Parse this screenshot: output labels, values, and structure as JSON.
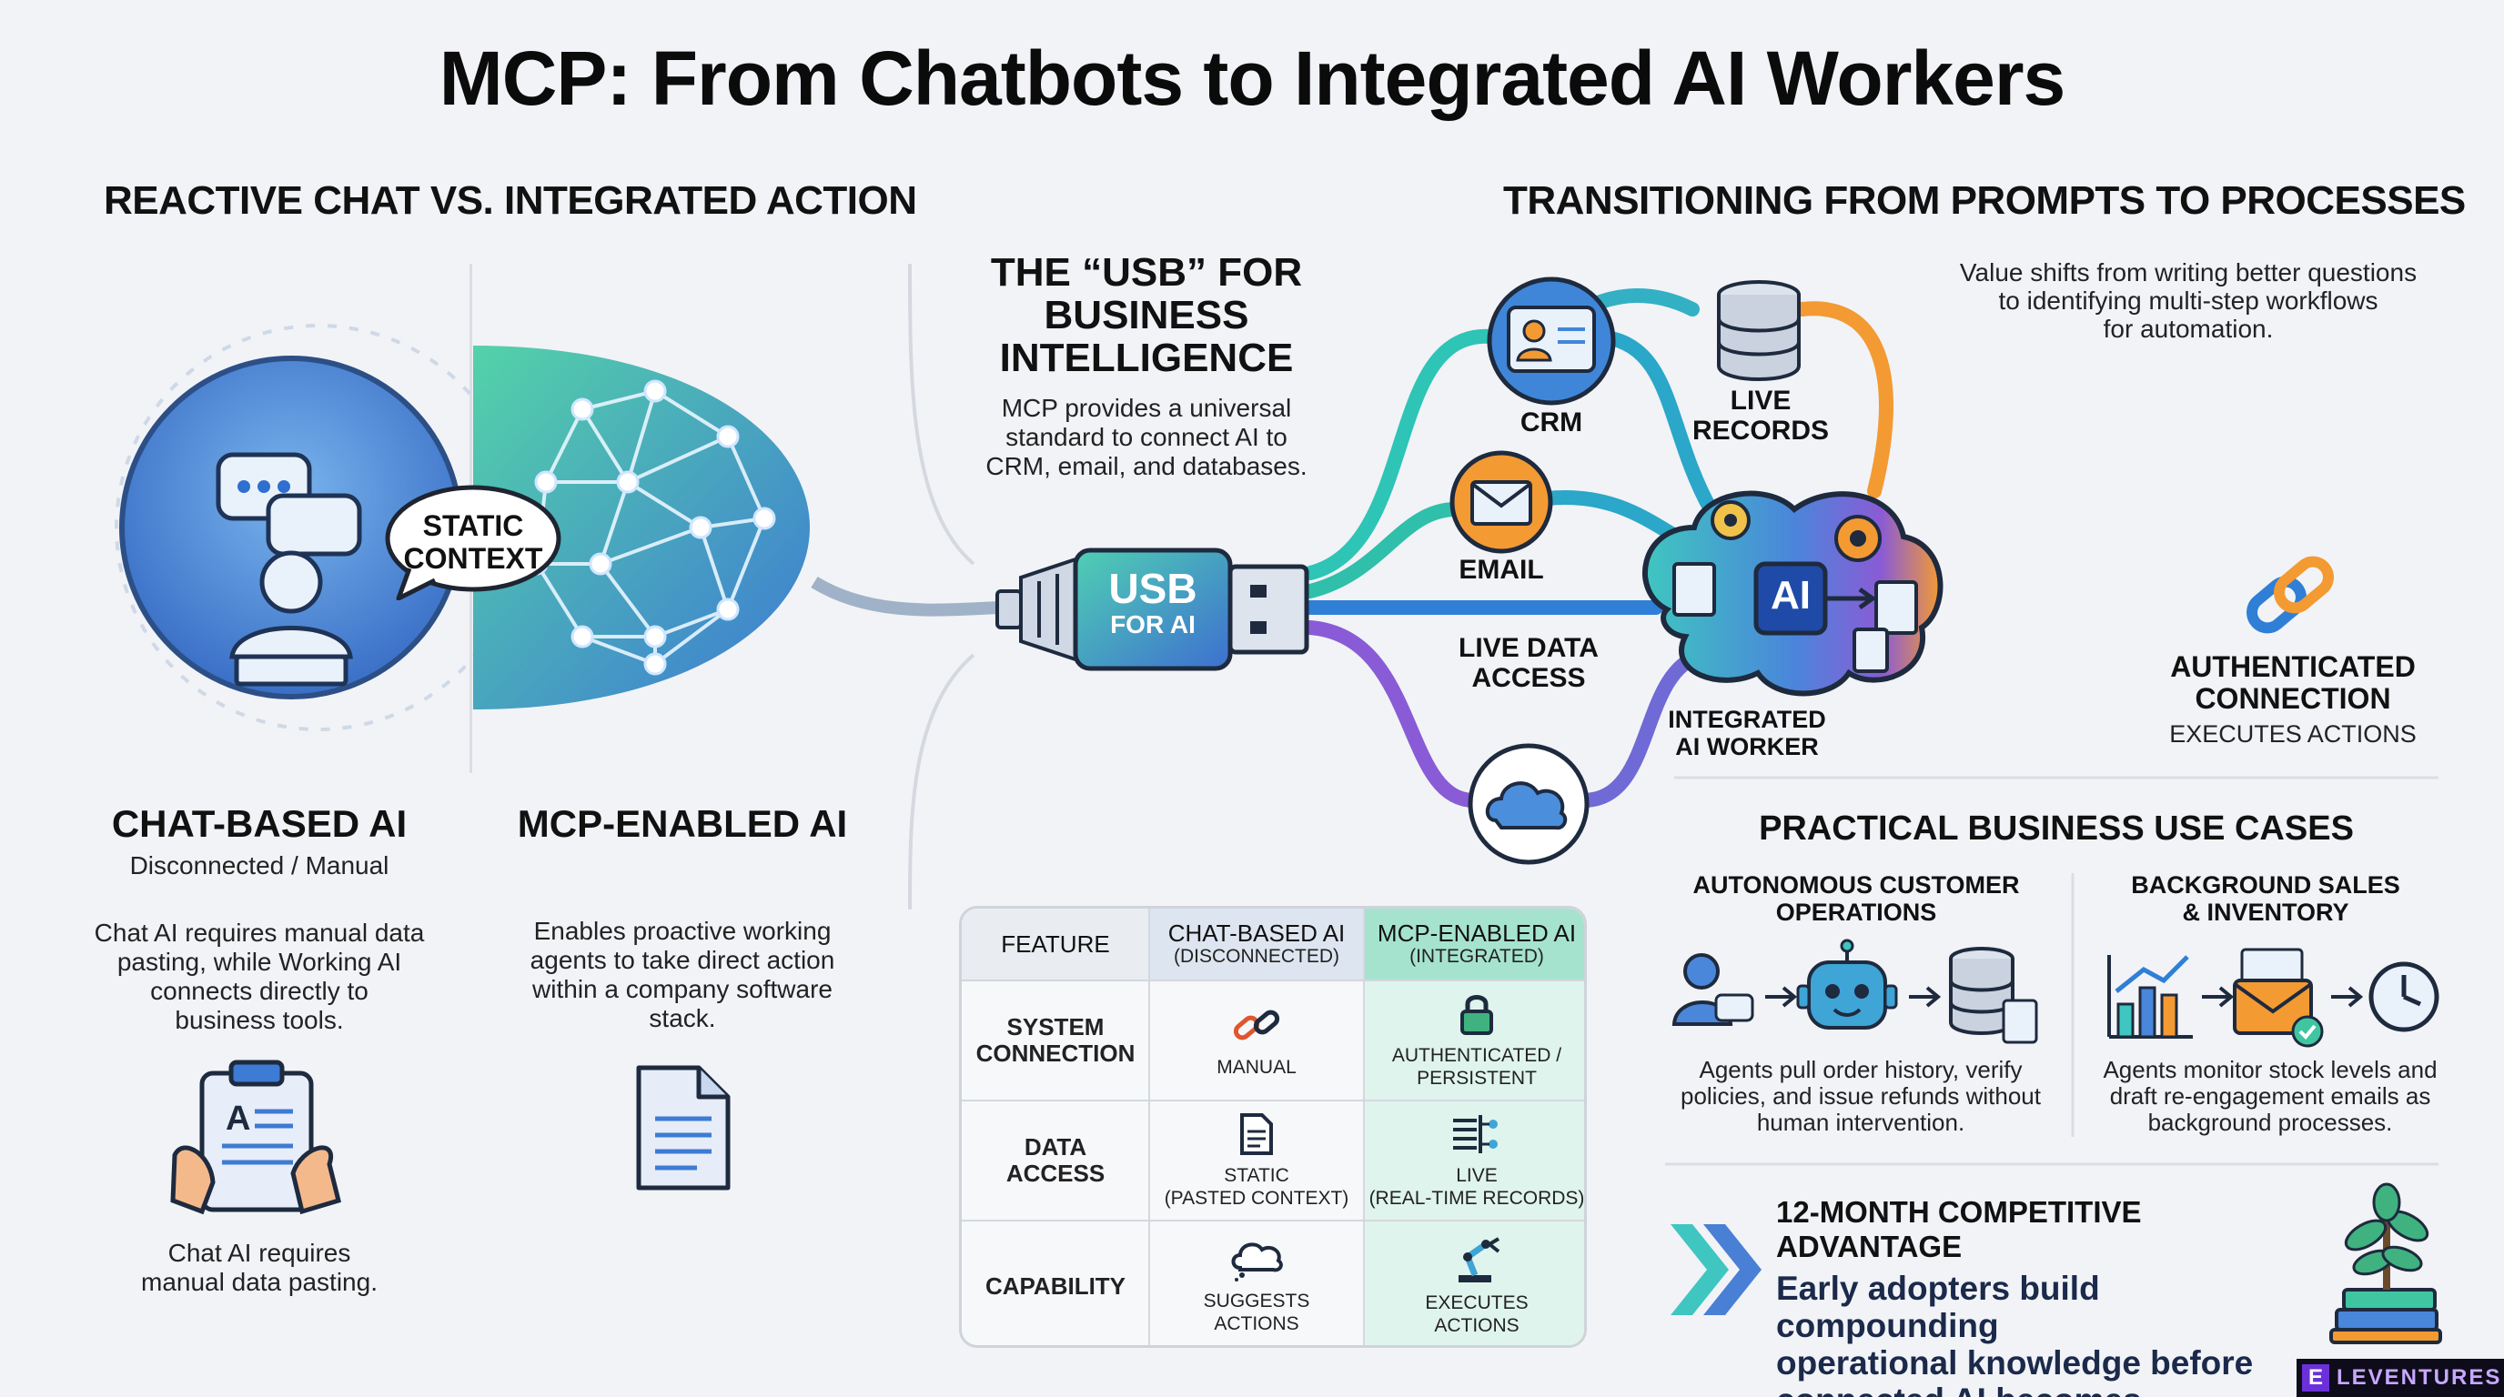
{
  "title": "MCP: From Chatbots to Integrated AI Workers",
  "left": {
    "heading": "REACTIVE CHAT VS. INTEGRATED ACTION",
    "bubble": [
      "STATIC",
      "CONTEXT"
    ],
    "chat": {
      "title": "CHAT-BASED AI",
      "subtitle": "Disconnected / Manual",
      "desc": [
        "Chat AI requires manual data",
        "pasting, while Working AI",
        "connects directly to",
        "business tools."
      ],
      "caption": [
        "Chat AI requires",
        "manual data pasting."
      ]
    },
    "mcp": {
      "title": "MCP-ENABLED AI",
      "desc": [
        "Enables proactive working",
        "agents to take direct action",
        "within a company software",
        "stack."
      ]
    }
  },
  "usb": {
    "heading": [
      "THE “USB” FOR",
      "BUSINESS",
      "INTELLIGENCE"
    ],
    "desc": [
      "MCP provides a universal",
      "standard to connect AI to",
      "CRM, email, and databases."
    ],
    "plug_main": "USB",
    "plug_sub": "FOR AI"
  },
  "network": {
    "crm": "CRM",
    "records": [
      "LIVE",
      "RECORDS"
    ],
    "email": "EMAIL",
    "live": [
      "LIVE DATA",
      "ACCESS"
    ],
    "worker": [
      "INTEGRATED",
      "AI WORKER"
    ],
    "chip": "AI"
  },
  "right": {
    "heading": "TRANSITIONING FROM PROMPTS TO PROCESSES",
    "desc": [
      "Value shifts from writing better questions",
      "to identifying multi-step workflows",
      "for automation."
    ],
    "auth_title": [
      "AUTHENTICATED",
      "CONNECTION"
    ],
    "auth_sub": "EXECUTES ACTIONS",
    "use_heading": "PRACTICAL BUSINESS USE CASES",
    "case1": {
      "title": [
        "AUTONOMOUS CUSTOMER",
        "OPERATIONS"
      ],
      "desc": [
        "Agents pull order history, verify",
        "policies, and issue refunds without",
        "human intervention."
      ]
    },
    "case2": {
      "title": [
        "BACKGROUND SALES",
        "& INVENTORY"
      ],
      "desc": [
        "Agents monitor stock levels and",
        "draft re-engagement emails as",
        "background processes."
      ]
    },
    "adv_title": "12-MONTH COMPETITIVE ADVANTAGE",
    "adv_desc": [
      "Early adopters build compounding",
      "operational knowledge before",
      "connected AI becomes mainstream."
    ]
  },
  "table": {
    "headers": {
      "feature": "FEATURE",
      "chat": "CHAT-BASED AI",
      "chat_sub": "(DISCONNECTED)",
      "mcp": "MCP-ENABLED AI",
      "mcp_sub": "(INTEGRATED)"
    },
    "rows": [
      {
        "label": [
          "SYSTEM",
          "CONNECTION"
        ],
        "chat": [
          "MANUAL"
        ],
        "mcp": [
          "AUTHENTICATED /",
          "PERSISTENT"
        ]
      },
      {
        "label": [
          "DATA",
          "ACCESS"
        ],
        "chat": [
          "STATIC",
          "(PASTED CONTEXT)"
        ],
        "mcp": [
          "LIVE",
          "(REAL-TIME RECORDS)"
        ]
      },
      {
        "label": [
          "CAPABILITY"
        ],
        "chat": [
          "SUGGESTS",
          "ACTIONS"
        ],
        "mcp": [
          "EXECUTES",
          "ACTIONS"
        ]
      }
    ]
  },
  "logo": {
    "mark": "E",
    "word": "LEVENTURES"
  },
  "colors": {
    "teal": "#2ec4b6",
    "blue": "#2f7fd6",
    "purple": "#8a5bd6",
    "orange": "#f39a33",
    "green_cell": "#dff4ec"
  }
}
